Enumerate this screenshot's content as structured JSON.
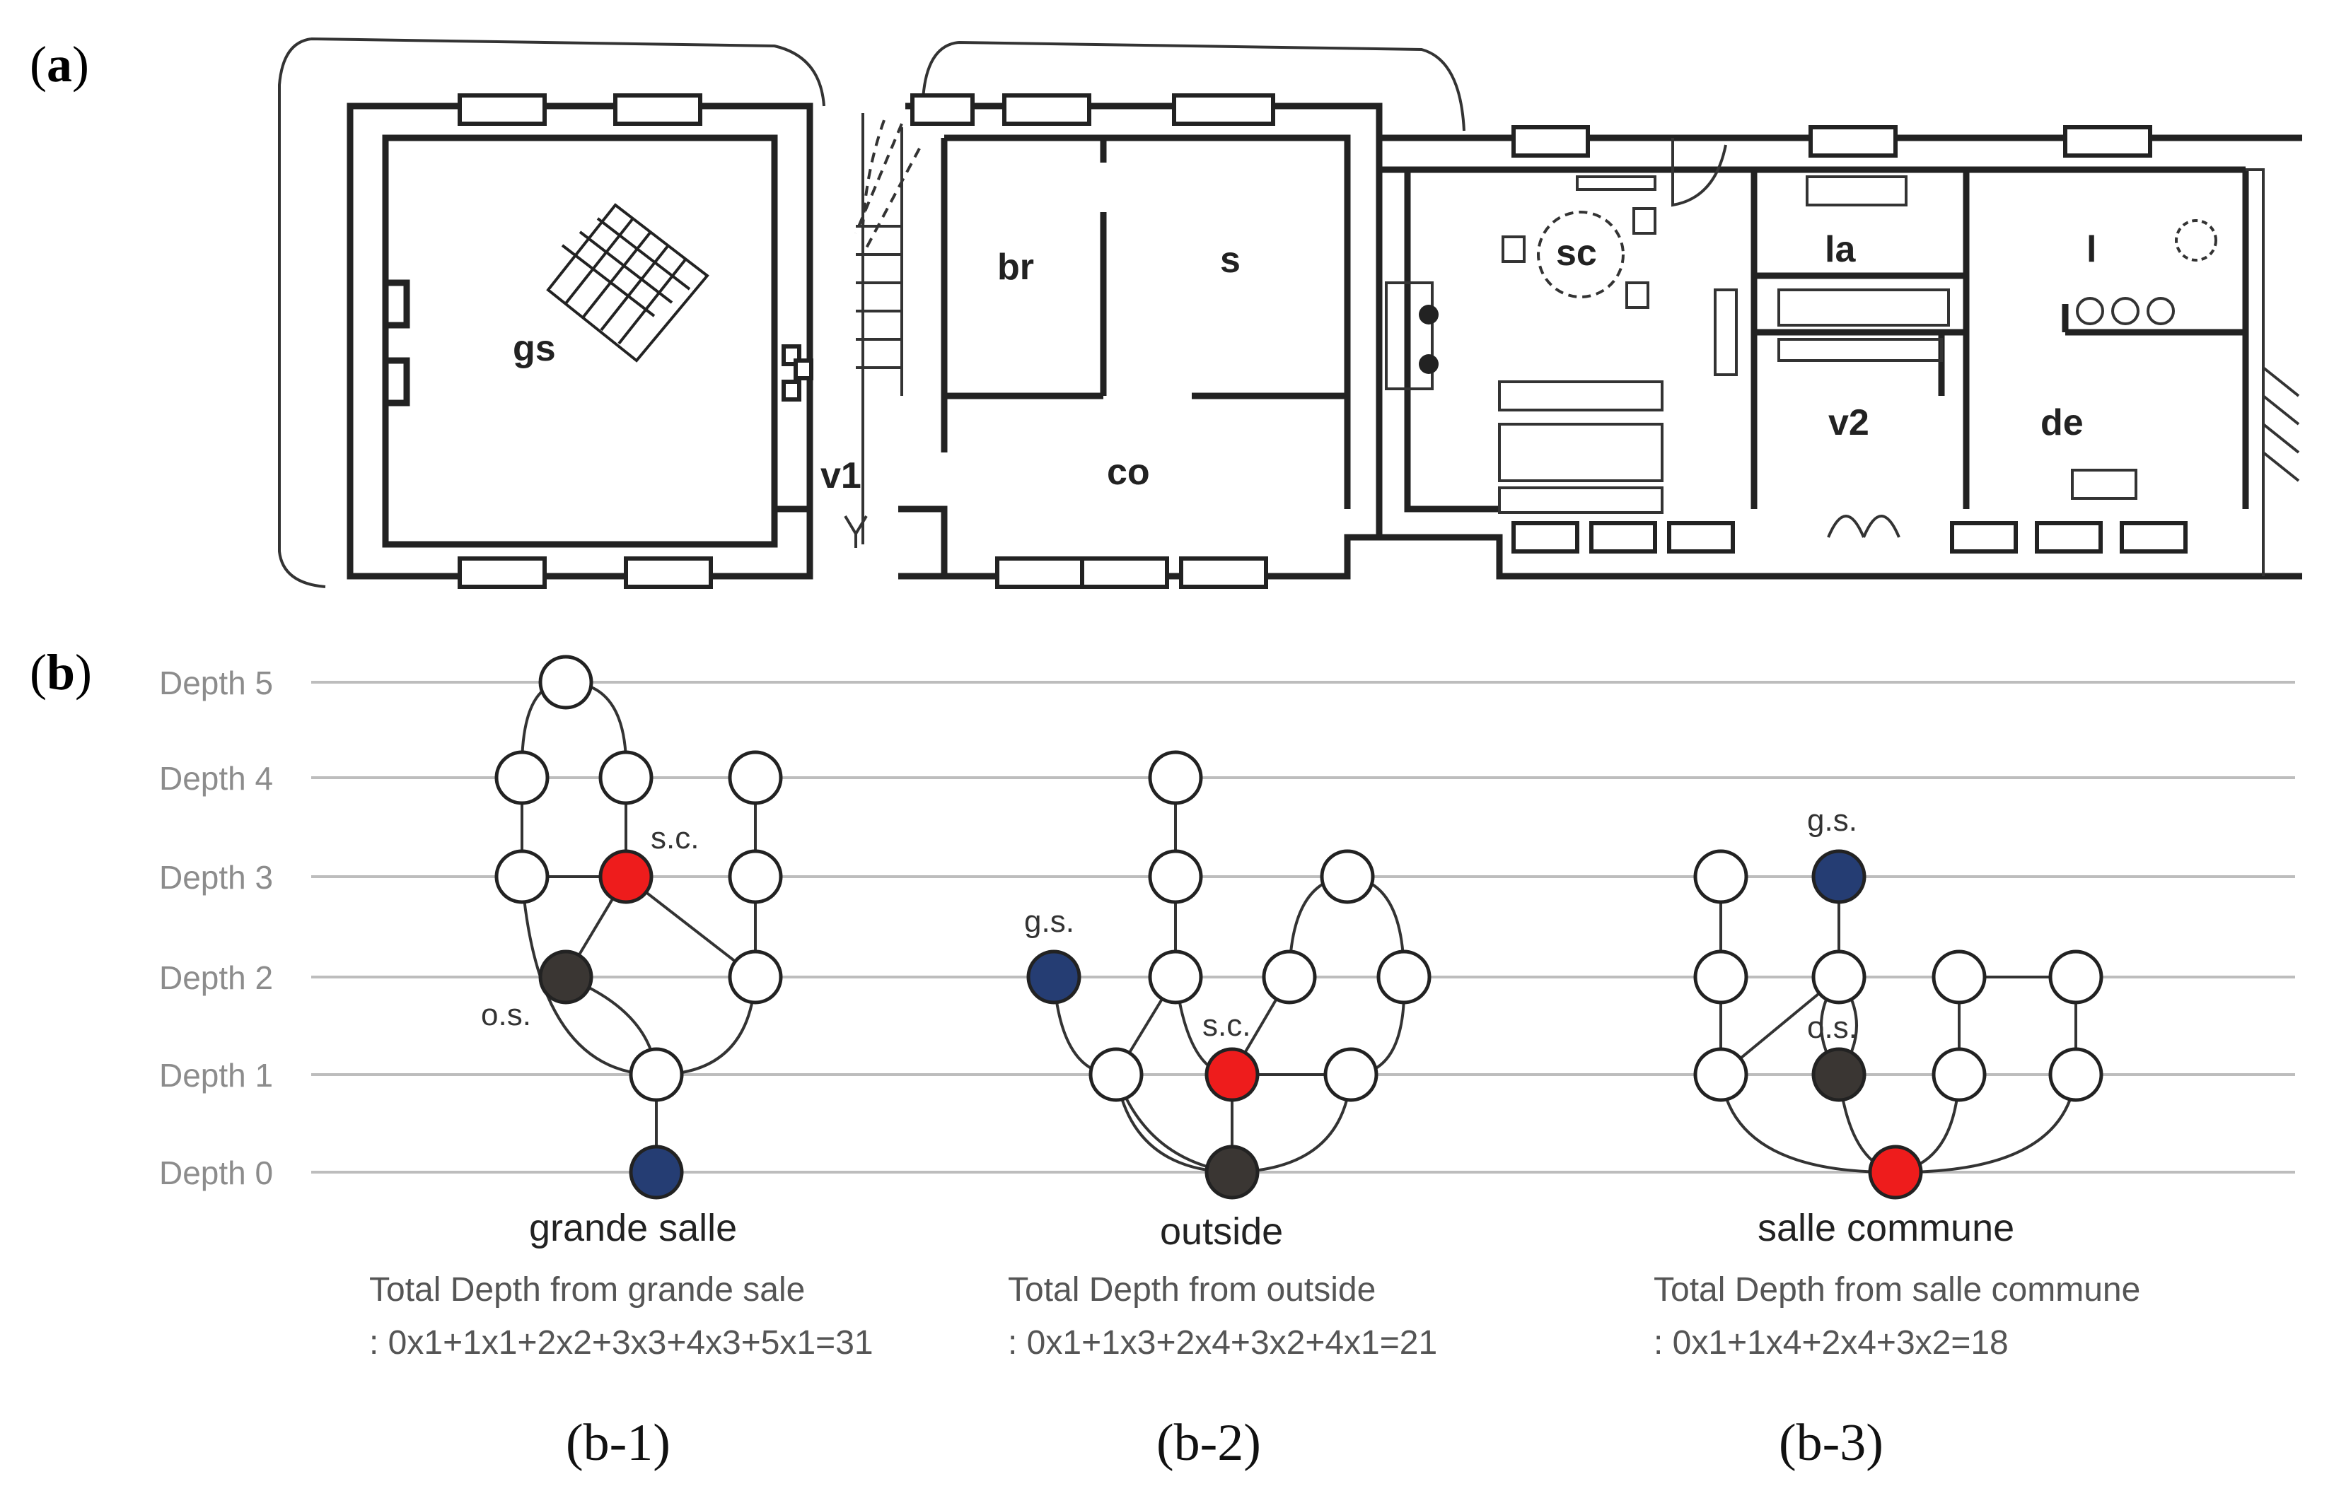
{
  "panel_labels": {
    "a_open": "(",
    "a": "a",
    "a_close": ")",
    "b_open": "(",
    "b": "b",
    "b_close": ")"
  },
  "floor_plan": {
    "rooms": [
      "gs",
      "v1",
      "br",
      "s",
      "co",
      "sc",
      "la",
      "v2",
      "l",
      "de"
    ]
  },
  "depth_axis": {
    "labels": [
      "Depth 0",
      "Depth 1",
      "Depth 2",
      "Depth 3",
      "Depth 4",
      "Depth 5"
    ]
  },
  "colors": {
    "red": "#ee1c1c",
    "dark": "#3a3633",
    "blue": "#253d73",
    "white": "#ffffff",
    "gridline": "#bdbdbd"
  },
  "graphs": [
    {
      "root_name": "grande salle",
      "formula_line1": "Total Depth from grande sale",
      "formula_line2": ": 0x1+1x1+2x2+3x3+4x3+5x1=31",
      "subfigure": "(b-1)",
      "node_labels": [
        "s.c.",
        "o.s."
      ]
    },
    {
      "root_name": "outside",
      "formula_line1": "Total Depth from outside",
      "formula_line2": ": 0x1+1x3+2x4+3x2+4x1=21",
      "subfigure": "(b-2)",
      "node_labels": [
        "g.s.",
        "s.c."
      ]
    },
    {
      "root_name": "salle commune",
      "formula_line1": "Total Depth from salle commune",
      "formula_line2": ": 0x1+1x4+2x4+3x2=18",
      "subfigure": "(b-3)",
      "node_labels": [
        "g.s.",
        "o.s."
      ]
    }
  ]
}
